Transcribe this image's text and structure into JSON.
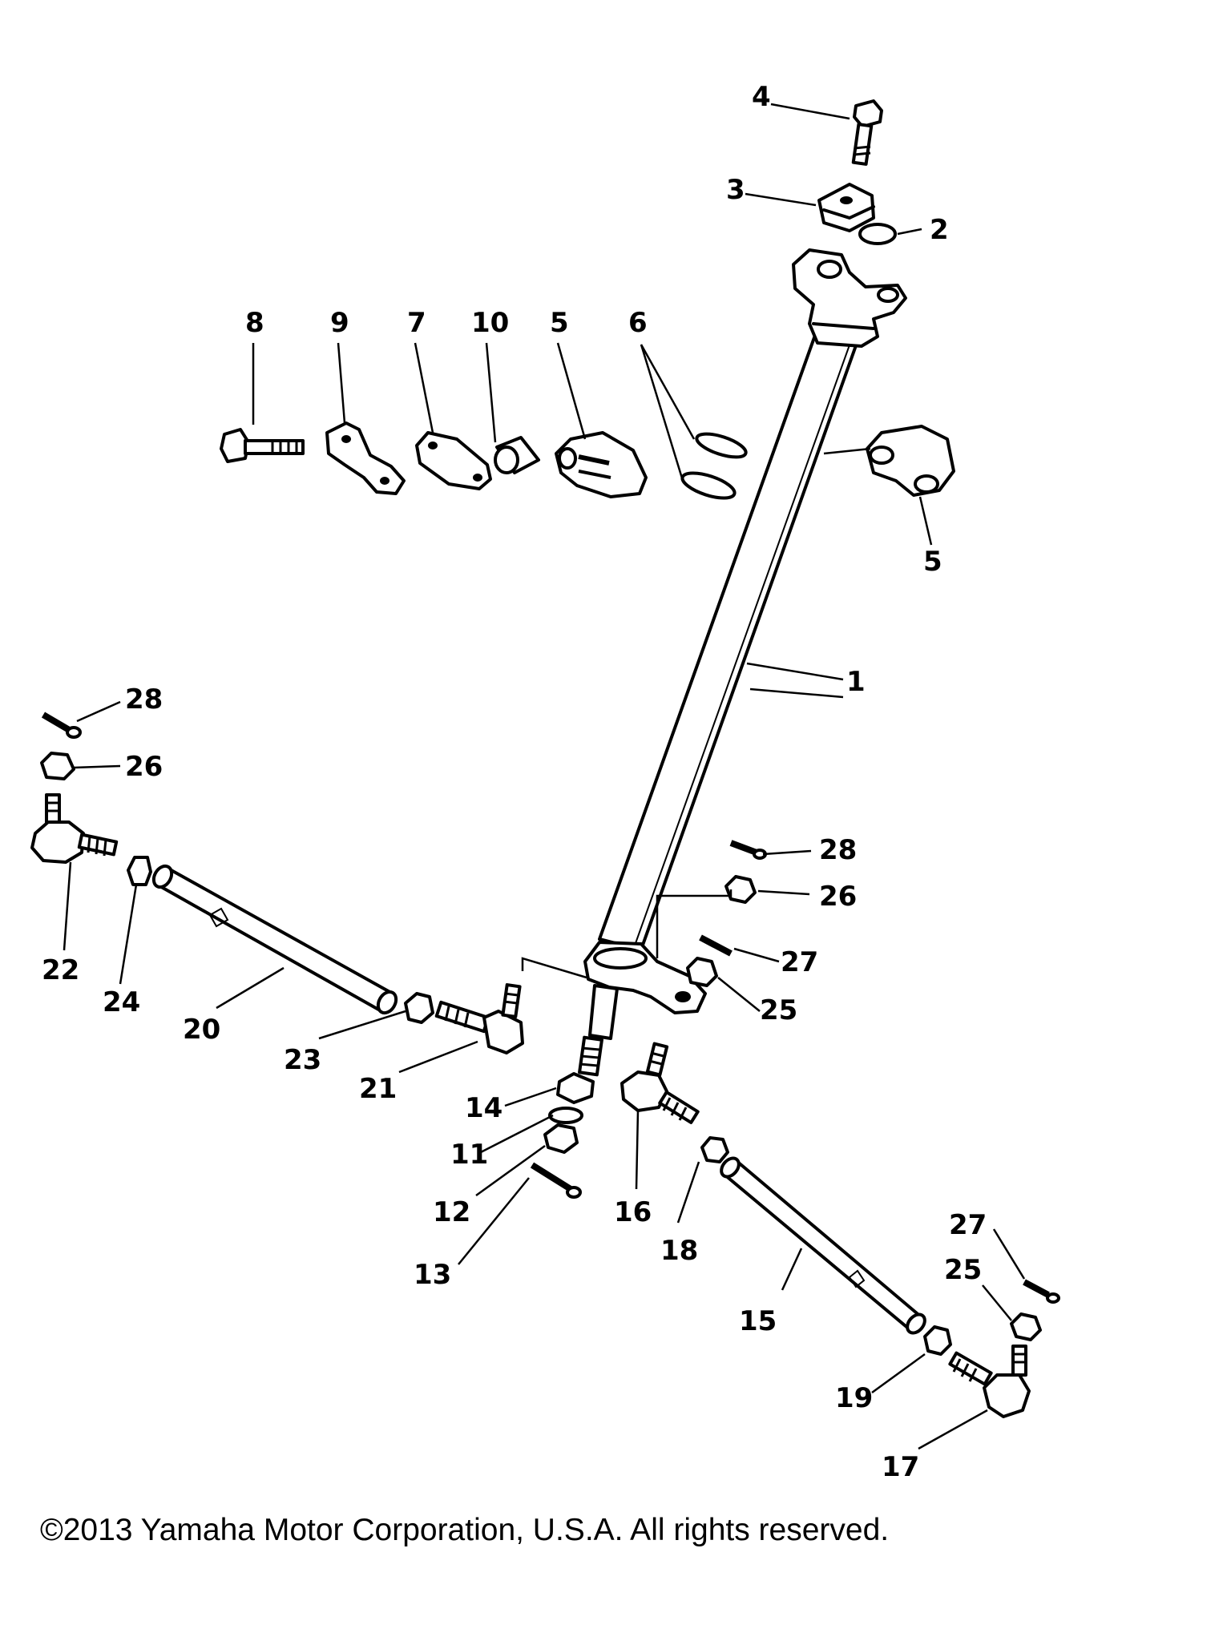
{
  "diagram": {
    "callouts": [
      "1",
      "2",
      "3",
      "4",
      "5",
      "5",
      "6",
      "7",
      "8",
      "9",
      "10",
      "11",
      "12",
      "13",
      "14",
      "15",
      "16",
      "17",
      "18",
      "19",
      "20",
      "21",
      "22",
      "23",
      "24",
      "25",
      "25",
      "26",
      "26",
      "27",
      "27",
      "28",
      "28"
    ]
  },
  "footer": {
    "copyright": "©2013 Yamaha Motor Corporation, U.S.A. All rights reserved."
  }
}
